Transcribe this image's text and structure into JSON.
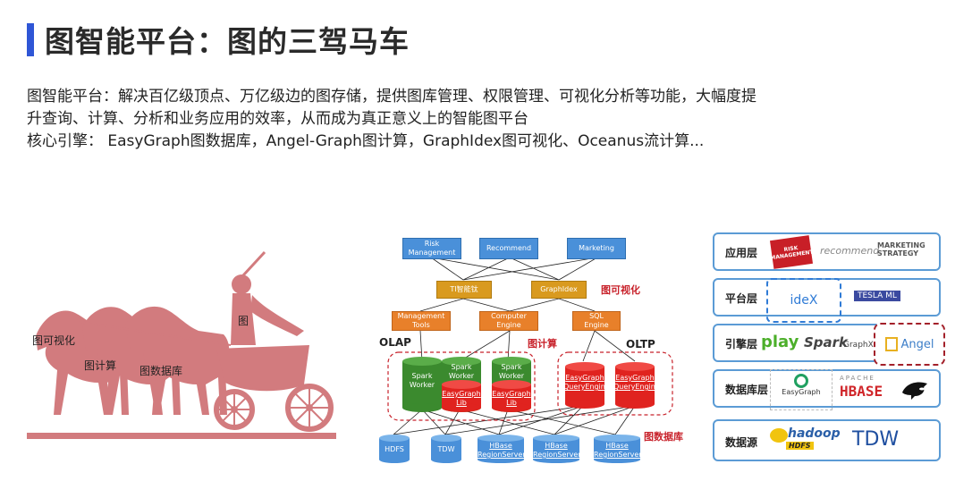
{
  "header": {
    "title": "图智能平台：图的三驾马车"
  },
  "description": {
    "line1": "图智能平台：解决百亿级顶点、万亿级边的图存储，提供图库管理、权限管理、可视化分析等功能，大幅度提",
    "line2": "升查询、计算、分析和业务应用的效率，从而成为真正意义上的智能图平台",
    "line3": "核心引擎： EasyGraph图数据库，Angel-Graph图计算，GraphIdex图可视化、Oceanus流计算..."
  },
  "chariot": {
    "label_driver": "图",
    "label_viz": "图可视化",
    "label_compute": "图计算",
    "label_db": "图数据库"
  },
  "architecture": {
    "apps": [
      "Risk\nManagement",
      "Recommend",
      "Marketing"
    ],
    "ti": "TI智能钛",
    "graphidex": "GraphIdex",
    "viz_label": "图可视化",
    "mgmt_tools": "Management\nTools",
    "compute_engine": "Computer\nEngine",
    "sql_engine": "SQL\nEngine",
    "olap": "OLAP",
    "oltp": "OLTP",
    "compute_label": "图计算",
    "db_label": "图数据库",
    "spark_worker": "Spark\nWorker",
    "easygraph_lib": "EasyGraph\nLib",
    "query_engine": "EasyGraph\nQueryEngine",
    "hdfs": "HDFS",
    "tdw": "TDW",
    "hbase_rs": "HBase\nRegionServer"
  },
  "layers": {
    "app": "应用层",
    "platform": "平台层",
    "engine": "引擎层",
    "database": "数据库层",
    "source": "数据源"
  },
  "logos": {
    "risk": "RISK\nMANAGEMENT",
    "recommend": "recommend",
    "marketing": "MARKETING\nSTRATEGY",
    "idex": "ideX",
    "tesla": "TESLA ML",
    "play": "play",
    "spark": "Spark",
    "graphx": "GraphX",
    "angel": "Angel",
    "easygraph": "EasyGraph",
    "apache": "APACHE",
    "hbase": "HBASE",
    "hadoop": "hadoop",
    "hdfs": "HDFS",
    "tdw": "TDW"
  },
  "colors": {
    "accent_bar": "#2f56d6",
    "chariot": "#d27b7e",
    "red_label": "#c8222b",
    "layer_border": "#5b9bd5"
  }
}
